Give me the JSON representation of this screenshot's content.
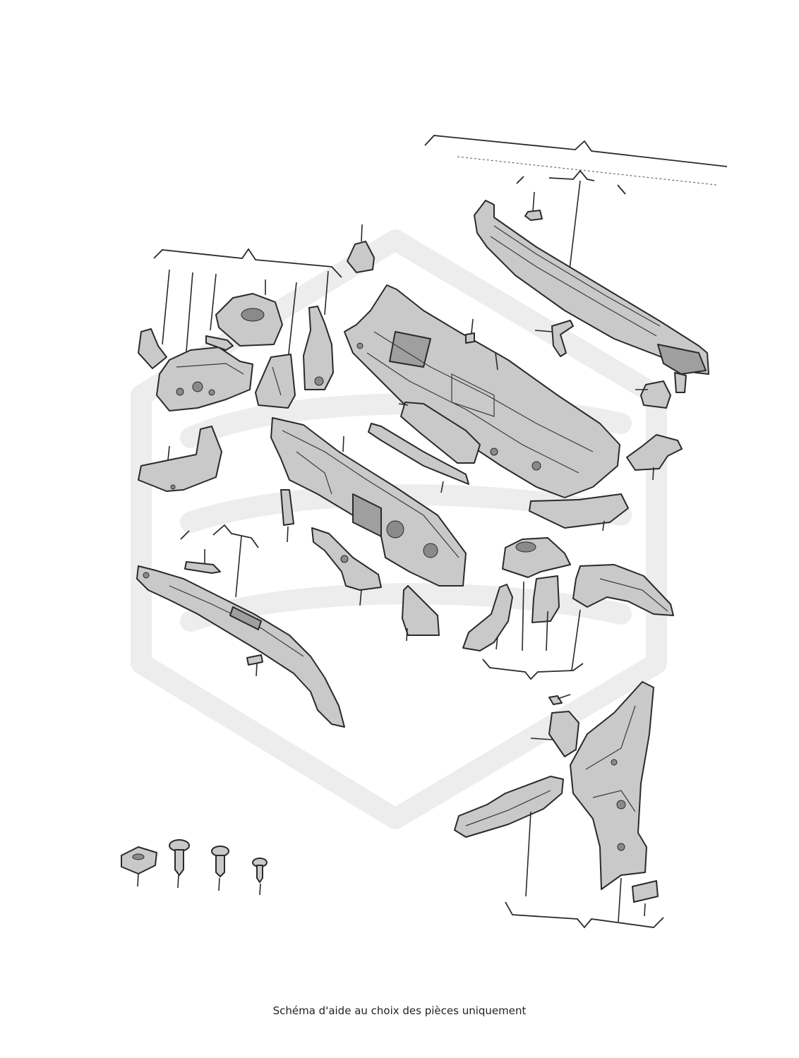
{
  "caption": "Schéma d'aide au choix des pièces uniquement",
  "colors": {
    "part_fill": "#c9c9c9",
    "outline": "#2a2a2a",
    "watermark": "#ededed"
  },
  "parts": [
    "cowl-panel-upper",
    "windscreen-crossmember",
    "bulkhead-panel",
    "lower-crossmember",
    "strut-tower-left",
    "strut-tower-right",
    "wheelarch-panel-left",
    "wheelarch-panel-right",
    "a-pillar-inner-panel",
    "sill-reinforcement",
    "small-brackets",
    "fasteners"
  ],
  "fasteners": [
    "cage-nut",
    "screw-long",
    "screw-short",
    "push-rivet"
  ]
}
